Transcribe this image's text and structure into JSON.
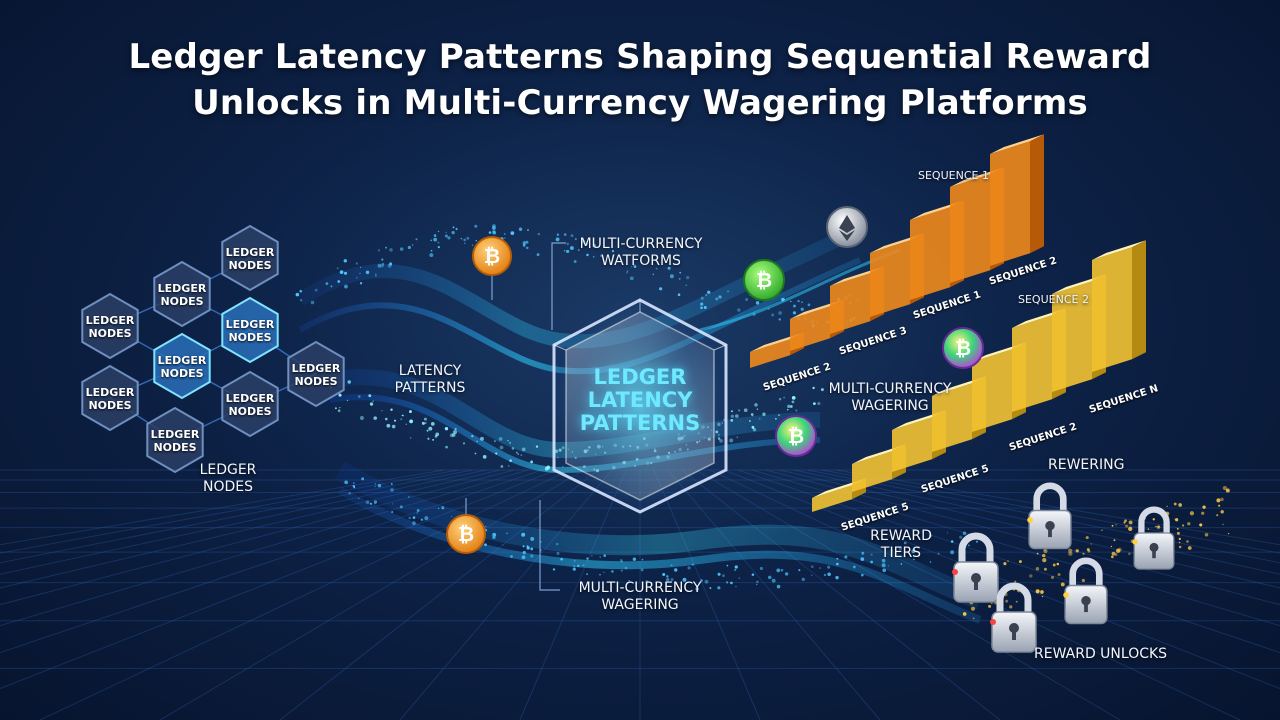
{
  "title": {
    "line1": "Ledger Latency Patterns Shaping Sequential Reward",
    "line2": "Unlocks in Multi-Currency Wagering Platforms"
  },
  "nodes": {
    "hex_labels": [
      "LEDGER NODES",
      "LEDGER NODES",
      "LEDGER NODES",
      "LEDGER NODES",
      "LEDGER NODES",
      "LEDGER NODES",
      "LEDGER NODES",
      "LEDGER NODES",
      "LEDGER NODES"
    ],
    "caption": "LEDGER NODES"
  },
  "labels": {
    "latency_patterns": "LATENCY PATTERNS",
    "top_platforms": "MULTI-CURRENCY WATFORMS",
    "bottom_wagering": "MULTI-CURRENCY WAGERING",
    "center": "LEDGER LATENCY PATTERNS",
    "sequence1": "SEQUENCE 1",
    "sequence2": "SEQUENCE 2",
    "mid_wagering": "MULTI-CURRENCY WAGERING",
    "rewering": "REWERING",
    "reward_tiers": "REWARD TIERS",
    "reward_unlocks": "REWARD UNLOCKS"
  },
  "stairs_orange": {
    "steps": [
      "SEQUENCE 2",
      "SEQUENCE 3",
      "SEQUENCE 1",
      "SEQUENCE 2"
    ],
    "heights": [
      1,
      2,
      3,
      4,
      5,
      6,
      7
    ]
  },
  "stairs_gold": {
    "steps": [
      "SEQUENCE 5",
      "SEQUENCE 5",
      "SEQUENCE 2",
      "SEQUENCE N"
    ],
    "heights": [
      1,
      2,
      3,
      4,
      5,
      6,
      7,
      8
    ]
  },
  "colors": {
    "cyan": "#3fd6ff",
    "orange": "#f08a1c",
    "gold": "#f3c332",
    "bitcoin": "#f7931a"
  },
  "icons": [
    "bitcoin-icon",
    "ethereum-icon",
    "padlock-icon",
    "ledger-node-icon"
  ]
}
